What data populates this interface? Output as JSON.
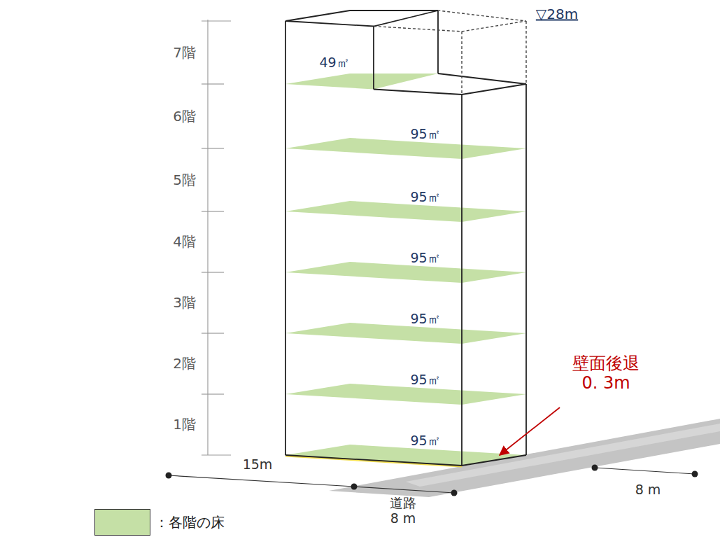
{
  "diagram": {
    "labels": [
      "7階",
      "6階",
      "5階",
      "4階",
      "3階",
      "2階",
      "1階",
      "49㎡",
      "95㎡",
      "95㎡",
      "95㎡",
      "95㎡",
      "95㎡",
      "95㎡",
      "▽28m",
      "壁面後退 0. 3m",
      "15m",
      "道路 8 m",
      "8 m"
    ],
    "legend": [
      {
        "text": "：各階の床",
        "color": "#c5e0a6"
      }
    ]
  }
}
